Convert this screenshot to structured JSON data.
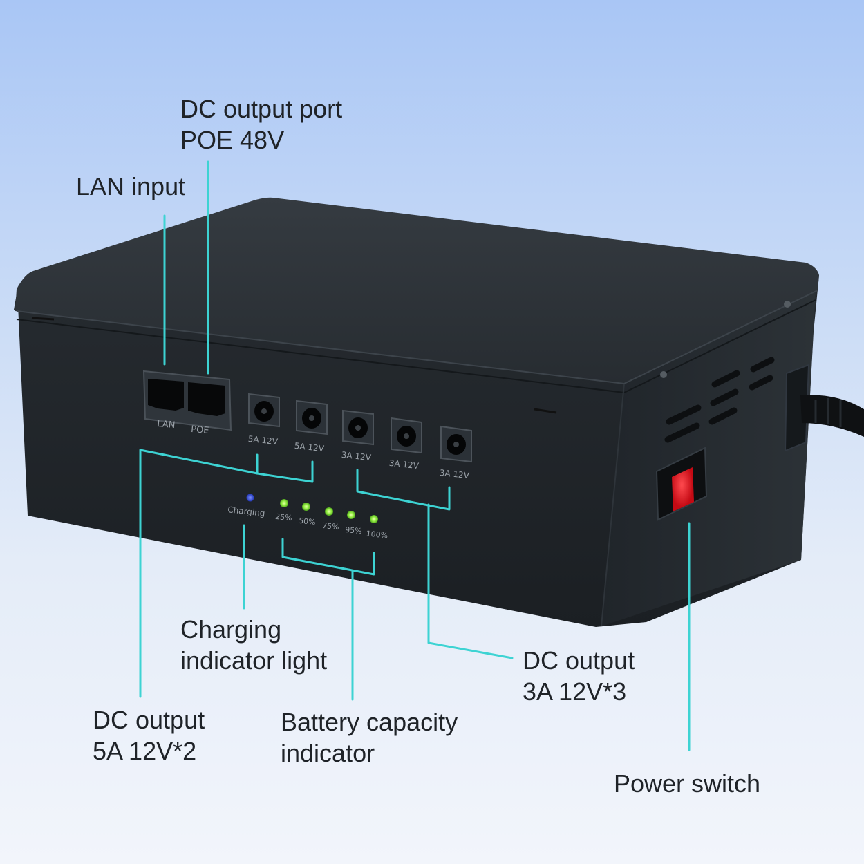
{
  "colors": {
    "background_top": "#a9c6f5",
    "background_bottom": "#f2f5fb",
    "device_body": "#23282d",
    "callout_line": "#3dd3d3",
    "led_green": "#9cf24a",
    "led_blue": "#3552e8",
    "switch_red": "#e8121c"
  },
  "device": {
    "lan_label": "LAN",
    "poe_label": "POE",
    "dc_ports": [
      "5A 12V",
      "5A 12V",
      "3A 12V",
      "3A 12V",
      "3A 12V"
    ],
    "charging_label": "Charging",
    "battery_levels": [
      "25%",
      "50%",
      "75%",
      "95%",
      "100%"
    ]
  },
  "callouts": {
    "dc_output_port": {
      "line1": "DC output port",
      "line2": "POE 48V"
    },
    "lan_input": {
      "line1": "LAN input"
    },
    "charging_indicator": {
      "line1": "Charging",
      "line2": "indicator light"
    },
    "dc_output_3a": {
      "line1": "DC output",
      "line2": "3A 12V*3"
    },
    "dc_output_5a": {
      "line1": "DC output",
      "line2": "5A 12V*2"
    },
    "battery_capacity": {
      "line1": "Battery capacity",
      "line2": "indicator"
    },
    "power_switch": {
      "line1": "Power switch"
    }
  }
}
